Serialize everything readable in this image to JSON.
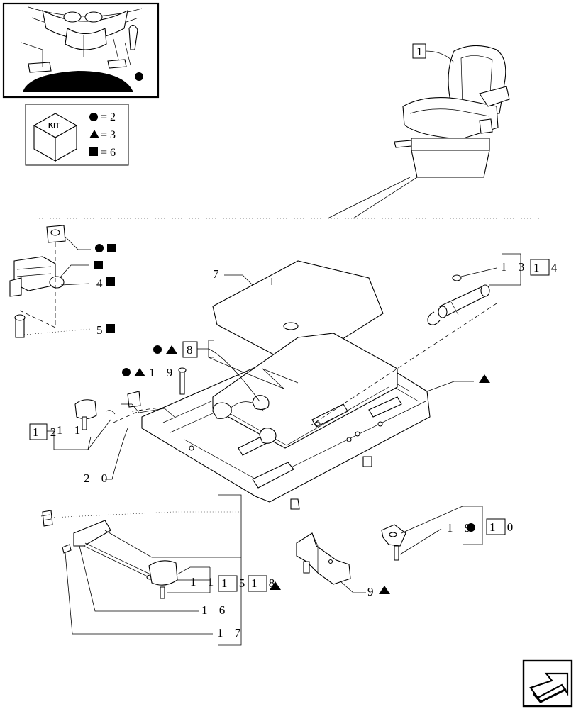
{
  "kit_legend": {
    "kit_label": "KIT",
    "circle_value": "= 2",
    "triangle_value": "= 3",
    "square_value": "= 6"
  },
  "callouts": {
    "c1": "1",
    "c4": "4",
    "c5": "5",
    "c7": "7",
    "c8": "8",
    "c9": "9",
    "c10": "1 0",
    "c11a": "1 1",
    "c11b": "1 1",
    "c12": "1 2",
    "c13": "1 3",
    "c14": "1 4",
    "c15": "1 5",
    "c16": "1 6",
    "c17": "1 7",
    "c18": "1 8",
    "c19a": "1 9",
    "c19b": "1 9",
    "c20": "2 0"
  },
  "icons": [
    "circle-symbol",
    "triangle-symbol",
    "square-symbol",
    "navigation-arrow-icon"
  ]
}
